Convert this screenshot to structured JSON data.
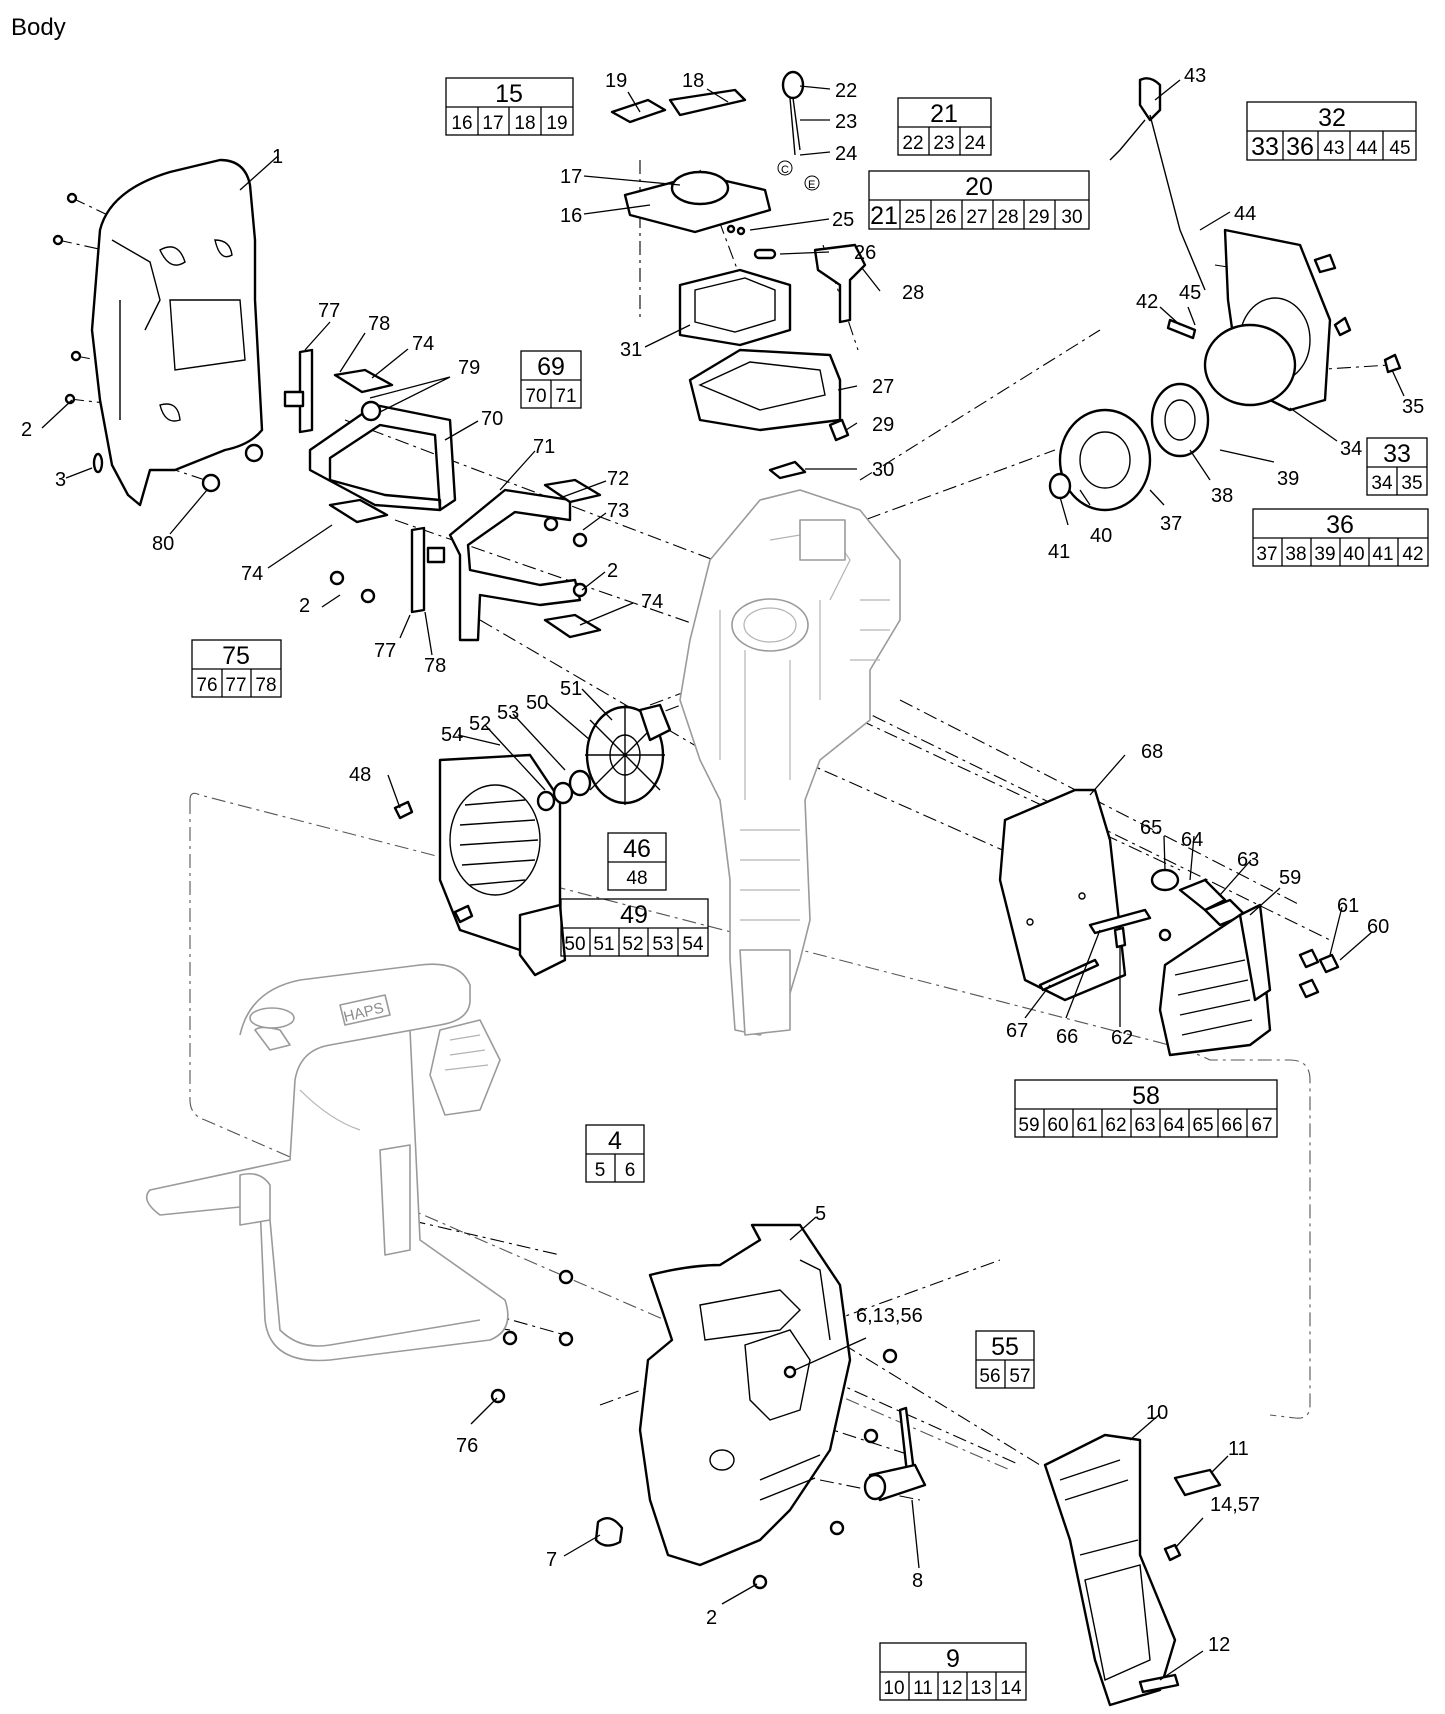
{
  "title": "Body",
  "callouts": [
    {
      "id": "c1",
      "text": "1"
    },
    {
      "id": "c2a",
      "text": "2"
    },
    {
      "id": "c3",
      "text": "3"
    },
    {
      "id": "c80",
      "text": "80"
    },
    {
      "id": "c77a",
      "text": "77"
    },
    {
      "id": "c78a",
      "text": "78"
    },
    {
      "id": "c74a",
      "text": "74"
    },
    {
      "id": "c79",
      "text": "79"
    },
    {
      "id": "c70",
      "text": "70"
    },
    {
      "id": "c71",
      "text": "71"
    },
    {
      "id": "c72",
      "text": "72"
    },
    {
      "id": "c73",
      "text": "73"
    },
    {
      "id": "c2b",
      "text": "2"
    },
    {
      "id": "c74b",
      "text": "74"
    },
    {
      "id": "c74c",
      "text": "74"
    },
    {
      "id": "c2c",
      "text": "2"
    },
    {
      "id": "c77b",
      "text": "77"
    },
    {
      "id": "c78b",
      "text": "78"
    },
    {
      "id": "c19",
      "text": "19"
    },
    {
      "id": "c18",
      "text": "18"
    },
    {
      "id": "c22",
      "text": "22"
    },
    {
      "id": "c23",
      "text": "23"
    },
    {
      "id": "c24",
      "text": "24"
    },
    {
      "id": "c17",
      "text": "17"
    },
    {
      "id": "c16",
      "text": "16"
    },
    {
      "id": "c25",
      "text": "25"
    },
    {
      "id": "c26",
      "text": "26"
    },
    {
      "id": "c28",
      "text": "28"
    },
    {
      "id": "c31",
      "text": "31"
    },
    {
      "id": "c27",
      "text": "27"
    },
    {
      "id": "c29",
      "text": "29"
    },
    {
      "id": "c30",
      "text": "30"
    },
    {
      "id": "c43",
      "text": "43"
    },
    {
      "id": "c44",
      "text": "44"
    },
    {
      "id": "c42",
      "text": "42"
    },
    {
      "id": "c45",
      "text": "45"
    },
    {
      "id": "c35",
      "text": "35"
    },
    {
      "id": "c34",
      "text": "34"
    },
    {
      "id": "c39",
      "text": "39"
    },
    {
      "id": "c38",
      "text": "38"
    },
    {
      "id": "c37",
      "text": "37"
    },
    {
      "id": "c40",
      "text": "40"
    },
    {
      "id": "c41",
      "text": "41"
    },
    {
      "id": "c51",
      "text": "51"
    },
    {
      "id": "c50",
      "text": "50"
    },
    {
      "id": "c53",
      "text": "53"
    },
    {
      "id": "c52",
      "text": "52"
    },
    {
      "id": "c54",
      "text": "54"
    },
    {
      "id": "c48",
      "text": "48"
    },
    {
      "id": "c68",
      "text": "68"
    },
    {
      "id": "c65",
      "text": "65"
    },
    {
      "id": "c64",
      "text": "64"
    },
    {
      "id": "c63",
      "text": "63"
    },
    {
      "id": "c59",
      "text": "59"
    },
    {
      "id": "c61",
      "text": "61"
    },
    {
      "id": "c60",
      "text": "60"
    },
    {
      "id": "c67",
      "text": "67"
    },
    {
      "id": "c66",
      "text": "66"
    },
    {
      "id": "c62",
      "text": "62"
    },
    {
      "id": "c5",
      "text": "5"
    },
    {
      "id": "c6",
      "text": "6,13,56"
    },
    {
      "id": "c76",
      "text": "76"
    },
    {
      "id": "c7",
      "text": "7"
    },
    {
      "id": "c8",
      "text": "8"
    },
    {
      "id": "c2d",
      "text": "2"
    },
    {
      "id": "c10",
      "text": "10"
    },
    {
      "id": "c11",
      "text": "11"
    },
    {
      "id": "c14",
      "text": "14,57"
    },
    {
      "id": "c12",
      "text": "12"
    }
  ],
  "kits": [
    {
      "id": "k15",
      "head": "15",
      "items": [
        "16",
        "17",
        "18",
        "19"
      ]
    },
    {
      "id": "k21",
      "head": "21",
      "items": [
        "22",
        "23",
        "24"
      ]
    },
    {
      "id": "k20",
      "head": "20",
      "items": [
        "21",
        "25",
        "26",
        "27",
        "28",
        "29",
        "30"
      ]
    },
    {
      "id": "k69",
      "head": "69",
      "items": [
        "70",
        "71"
      ]
    },
    {
      "id": "k32",
      "head": "32",
      "items": [
        "33",
        "36",
        "43",
        "44",
        "45"
      ]
    },
    {
      "id": "k33",
      "head": "33",
      "items": [
        "34",
        "35"
      ]
    },
    {
      "id": "k36",
      "head": "36",
      "items": [
        "37",
        "38",
        "39",
        "40",
        "41",
        "42"
      ]
    },
    {
      "id": "k75",
      "head": "75",
      "items": [
        "76",
        "77",
        "78"
      ]
    },
    {
      "id": "k46",
      "head": "46",
      "items": [
        "48"
      ]
    },
    {
      "id": "k49",
      "head": "49",
      "items": [
        "50",
        "51",
        "52",
        "53",
        "54"
      ]
    },
    {
      "id": "k58",
      "head": "58",
      "items": [
        "59",
        "60",
        "61",
        "62",
        "63",
        "64",
        "65",
        "66",
        "67"
      ]
    },
    {
      "id": "k4",
      "head": "4",
      "items": [
        "5",
        "6"
      ]
    },
    {
      "id": "k55",
      "head": "55",
      "items": [
        "56",
        "57"
      ]
    },
    {
      "id": "k9",
      "head": "9",
      "items": [
        "10",
        "11",
        "12",
        "13",
        "14"
      ]
    }
  ],
  "markings": {
    "c_mark": "C",
    "e_mark": "E",
    "frame_brand": "HAPS"
  }
}
